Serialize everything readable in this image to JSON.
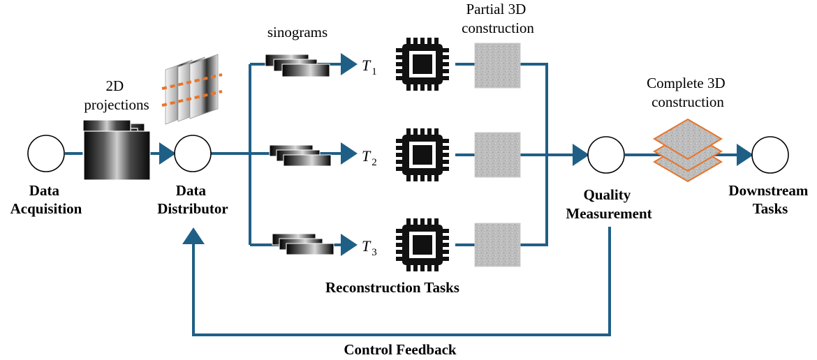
{
  "nodes": {
    "data_acquisition": [
      "Data",
      "Acquisition"
    ],
    "data_distributor": [
      "Data",
      "Distributor"
    ],
    "quality_measurement": [
      "Quality",
      "Measurement"
    ],
    "downstream_tasks": [
      "Downstream",
      "Tasks"
    ]
  },
  "annotations": {
    "projections": [
      "2D",
      "projections"
    ],
    "sinograms": "sinograms",
    "partial": [
      "Partial 3D",
      "construction"
    ],
    "complete": [
      "Complete 3D",
      "construction"
    ]
  },
  "tasks": [
    {
      "symbol": "T",
      "sub": "1"
    },
    {
      "symbol": "T",
      "sub": "2"
    },
    {
      "symbol": "T",
      "sub": "3"
    }
  ],
  "reconstruction_label": "Reconstruction Tasks",
  "feedback_label": "Control Feedback",
  "colors": {
    "edge": "#1f5f85",
    "slice_outline": "#e8742a",
    "chip": "#111111",
    "recon_fill": "#bdbdbd"
  },
  "icons": [
    "processor-chip-icon",
    "projection-stack-icon",
    "sinogram-stack-icon",
    "reconstruction-slice-icon",
    "volume-stack-icon"
  ]
}
